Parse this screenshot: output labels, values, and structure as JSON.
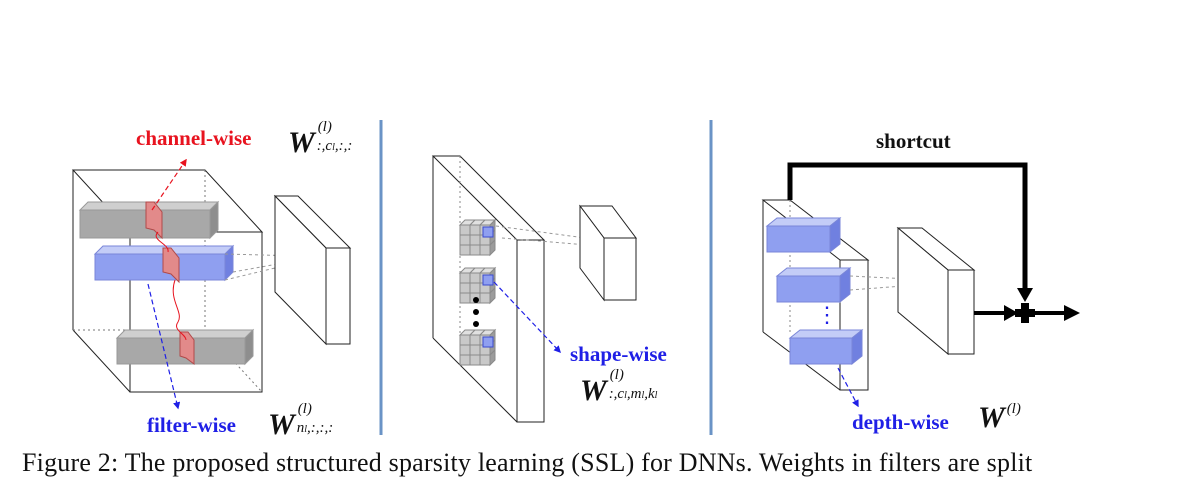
{
  "panels": {
    "left": {
      "channel_label": "channel-wise",
      "channel_weight": {
        "base": "W",
        "sub": ":,c",
        "sub2": "l",
        "sub3": ",:,:",
        "sup": "(l)"
      },
      "filter_label": "filter-wise",
      "filter_weight": {
        "base": "W",
        "sub": "n",
        "sub2": "l",
        "sub3": ",:,:,:",
        "sup": "(l)"
      }
    },
    "middle": {
      "shape_label": "shape-wise",
      "shape_weight": {
        "base": "W",
        "sub": ":,c",
        "sub2": "l",
        "sub3": ",m",
        "sub4": "l",
        "sub5": ",k",
        "sub6": "l",
        "sup": "(l)"
      }
    },
    "right": {
      "shortcut_label": "shortcut",
      "depth_label": "depth-wise",
      "depth_weight": {
        "base": "W",
        "sup": "(l)"
      },
      "dots": "⋮"
    }
  },
  "caption": "Figure 2: The proposed structured sparsity learning (SSL) for DNNs. Weights in filters are split",
  "colors": {
    "red": "#e8131f",
    "blue": "#1f1fe6",
    "divider": "#6a93c6",
    "gray_slab": "#a8a8a8",
    "blue_slab": "#8f9ff0",
    "red_slab": "#e28a8a"
  }
}
